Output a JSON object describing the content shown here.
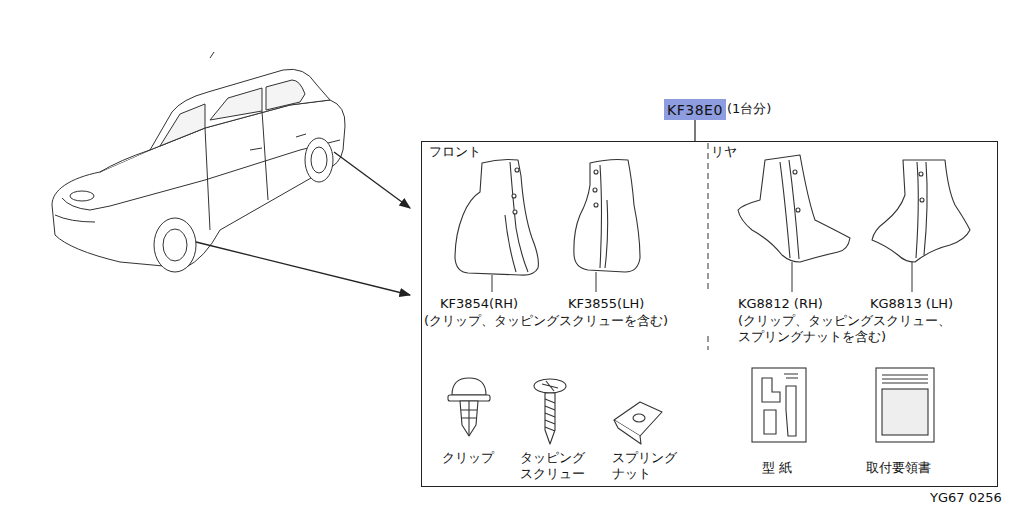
{
  "diagram": {
    "nodes": [
      {
        "text": [
          "KF38E0"
        ]
      },
      {
        "text": [
          "フロント",
          "リヤ"
        ]
      }
    ],
    "edges": [
      {
        "from": 0,
        "to": 1,
        "arrow": "none"
      }
    ],
    "labels": [
      "(1台分)",
      "KF3854(RH)",
      "KF3855(LH)",
      "(クリップ、タッピングスクリューを含む)",
      "KG8812 (RH)",
      "KG8813 (LH)",
      "(クリップ、タッピングスクリュー、 スプリングナットを含む)",
      "クリップ",
      "タッピング スクリュー",
      "スプリング ナット",
      "型 紙",
      "取付要領書",
      "YG67 0256"
    ]
  }
}
